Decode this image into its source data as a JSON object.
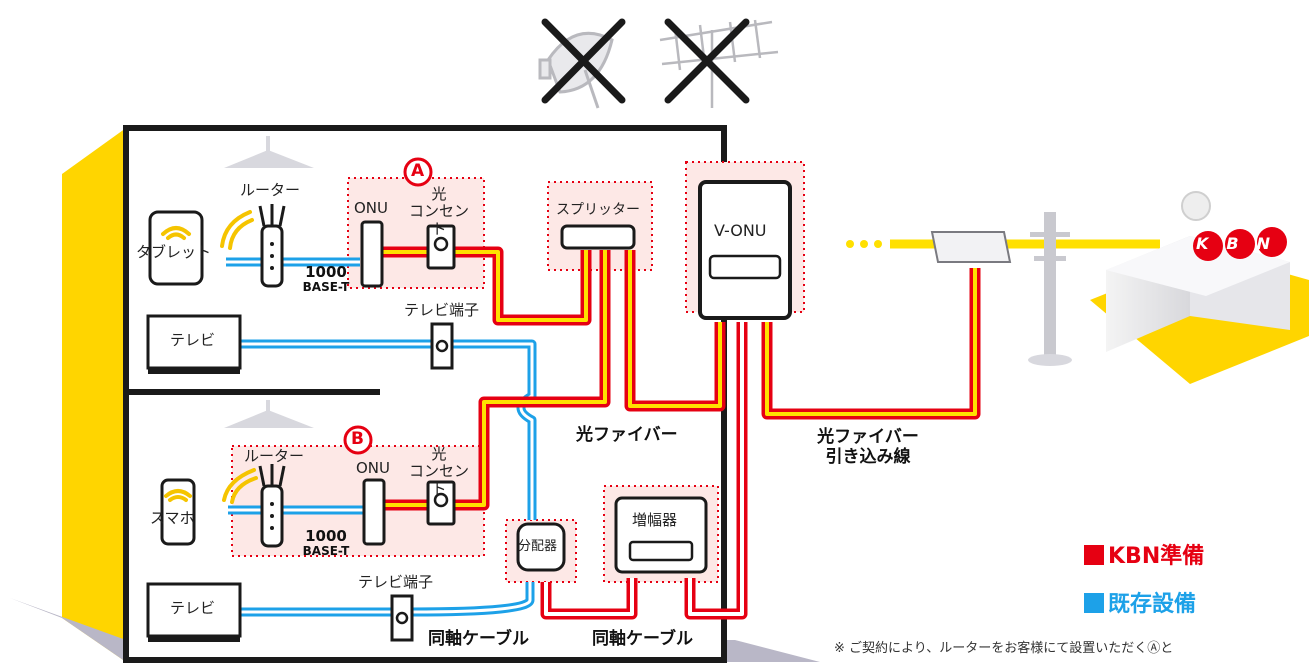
{
  "labels": {
    "marker_a": "A",
    "marker_b": "B",
    "tablet": "タブレット",
    "smartphone": "スマホ",
    "router_upper": "ルーター",
    "router_lower": "ルーター",
    "onu_upper": "ONU",
    "onu_lower": "ONU",
    "optical_outlet_upper": "光\nコンセント",
    "optical_outlet_lower": "光\nコンセント",
    "speed_upper": "1000",
    "base_t_upper": "BASE-T",
    "speed_lower": "1000",
    "base_t_lower": "BASE-T",
    "splitter": "スプリッター",
    "v_onu": "V-ONU",
    "tv_upper": "テレビ",
    "tv_lower": "テレビ",
    "tv_terminal_upper": "テレビ端子",
    "tv_terminal_lower": "テレビ端子",
    "distributor": "分配器",
    "amplifier": "増幅器",
    "fiber": "光ファイバー",
    "fiber_dropline": "光ファイバー\n引き込み線",
    "coax_left": "同軸ケーブル",
    "coax_right": "同軸ケーブル",
    "kbn_logo": "KBN"
  },
  "legend": {
    "kbn": "KBN準備",
    "existing": "既存設備",
    "kbn_color": "#e60012",
    "existing_color": "#1da1e8"
  },
  "note": "※ ご契約により、ルーターをお客様にて設置いただくⒶと",
  "colors": {
    "fiber_red": "#e60012",
    "fiber_yellow": "#ffe000",
    "coax_blue": "#1da1e8",
    "wall_yellow": "#ffd500",
    "zone_pink": "#fde8e6"
  }
}
